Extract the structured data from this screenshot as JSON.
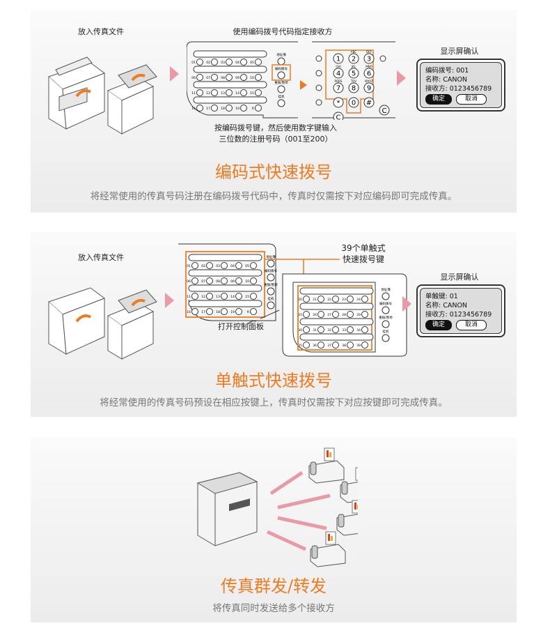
{
  "colors": {
    "accent": "#ee7b22",
    "pink_arrow": "#e89aa6",
    "text_gray": "#777777"
  },
  "section1": {
    "step1_label": "放入传真文件",
    "step2_label": "使用编码拨号代码指定接收方",
    "step3_label": "显示屏确认",
    "caption_line1": "按编码拨号键，然后使用数字键输入",
    "caption_line2": "三位数的注册号码（001至200）",
    "side_buttons": [
      "地址簿",
      "编码拨号",
      "重拨/暂停",
      "挂机"
    ],
    "one_touch_rows": [
      [
        "01",
        "02",
        "03",
        "04",
        "05"
      ],
      [
        "06",
        "07",
        "08",
        "09",
        "10"
      ],
      [
        "11",
        "12",
        "13",
        "14",
        "15"
      ],
      [
        "16",
        "17",
        "18",
        "19",
        "R"
      ]
    ],
    "keypad": [
      {
        "k": "1",
        "l": ""
      },
      {
        "k": "2",
        "l": "ABC"
      },
      {
        "k": "3",
        "l": "DEF"
      },
      {
        "k": "4",
        "l": "GHI"
      },
      {
        "k": "5",
        "l": "JKL"
      },
      {
        "k": "6",
        "l": "MNO"
      },
      {
        "k": "7",
        "l": "PQRS"
      },
      {
        "k": "8",
        "l": "TUV"
      },
      {
        "k": "9",
        "l": "WXYZ"
      },
      {
        "k": "*",
        "l": ""
      },
      {
        "k": "0",
        "l": ""
      },
      {
        "k": "#",
        "l": ""
      },
      {
        "k": "C",
        "l": ""
      }
    ],
    "lcd": {
      "line1": "编码拨号: 001",
      "line2": "名称: CANON",
      "line3": "接收方: 0123456789",
      "ok": "确定",
      "cancel": "取消"
    },
    "title": "编码式快速拨号",
    "subtitle": "将经常使用的传真号码注册在编码拨号代码中，传真时仅需按下对应编码即可完成传真。"
  },
  "section2": {
    "step1_label": "放入传真文件",
    "callout_line1": "39个单触式",
    "callout_line2": "快速拨号键",
    "open_panel_label": "打开控制面板",
    "step3_label": "显示屏确认",
    "rows_left": [
      [
        "01",
        "02",
        "03",
        "04",
        "05"
      ],
      [
        "06",
        "07",
        "08",
        "09",
        "10"
      ],
      [
        "11",
        "12",
        "13",
        "14",
        "15"
      ],
      [
        "16",
        "17",
        "18",
        "19",
        "R"
      ]
    ],
    "rows_right": [
      [
        "20",
        "21",
        "22",
        "23",
        "24"
      ],
      [
        "25",
        "26",
        "27",
        "28",
        "29"
      ],
      [
        "30",
        "31",
        "32",
        "33",
        "34"
      ],
      [
        "35",
        "36",
        "37",
        "38",
        "39"
      ]
    ],
    "lcd": {
      "line1": "单触键: 01",
      "line2": "名称: CANON",
      "line3": "接收方: 0123456789",
      "ok": "确定",
      "cancel": "取消"
    },
    "title": "单触式快速拨号",
    "subtitle": "将经常使用的传真号码预设在相应按键上，传真时仅需按下对应按键即可完成传真。"
  },
  "section3": {
    "title": "传真群发/转发",
    "subtitle": "将传真同时发送给多个接收方"
  }
}
